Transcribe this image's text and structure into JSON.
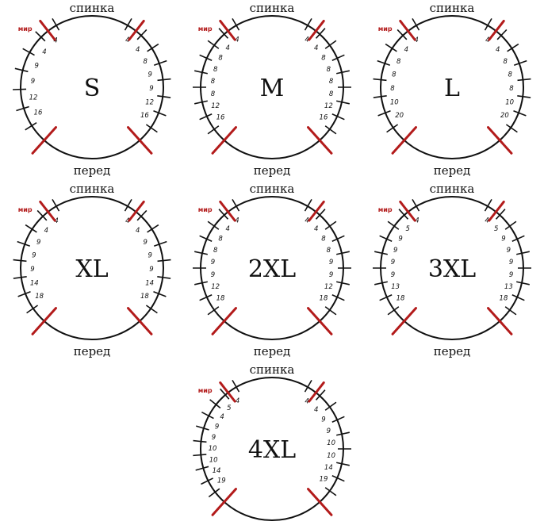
{
  "colors": {
    "accent": "#b31b1b",
    "line": "#111111"
  },
  "labels": {
    "top": "спинка",
    "bottom": "перед",
    "mir": "мир"
  },
  "diagrams": [
    {
      "size": "S",
      "left": [
        "4",
        "4",
        "9",
        "9",
        "12",
        "16"
      ],
      "right": [
        "4",
        "4",
        "8",
        "9",
        "9",
        "12",
        "16"
      ]
    },
    {
      "size": "M",
      "left": [
        "4",
        "4",
        "8",
        "8",
        "8",
        "8",
        "12",
        "16"
      ],
      "right": [
        "4",
        "4",
        "8",
        "8",
        "8",
        "8",
        "12",
        "16"
      ]
    },
    {
      "size": "L",
      "left": [
        "4",
        "4",
        "8",
        "8",
        "8",
        "10",
        "20"
      ],
      "right": [
        "4",
        "4",
        "8",
        "8",
        "8",
        "10",
        "20"
      ]
    },
    {
      "size": "XL",
      "left": [
        "4",
        "4",
        "9",
        "9",
        "9",
        "14",
        "18"
      ],
      "right": [
        "4",
        "4",
        "9",
        "9",
        "9",
        "14",
        "18"
      ]
    },
    {
      "size": "2XL",
      "left": [
        "4",
        "4",
        "8",
        "8",
        "9",
        "9",
        "12",
        "18"
      ],
      "right": [
        "4",
        "4",
        "8",
        "8",
        "9",
        "9",
        "12",
        "18"
      ]
    },
    {
      "size": "3XL",
      "left": [
        "4",
        "5",
        "9",
        "9",
        "9",
        "9",
        "13",
        "18"
      ],
      "right": [
        "4",
        "5",
        "9",
        "9",
        "9",
        "9",
        "13",
        "18"
      ]
    },
    {
      "size": "4XL",
      "left": [
        "4",
        "5",
        "4",
        "9",
        "9",
        "10",
        "10",
        "14",
        "19"
      ],
      "right": [
        "4",
        "4",
        "9",
        "9",
        "10",
        "10",
        "14",
        "19"
      ]
    }
  ]
}
